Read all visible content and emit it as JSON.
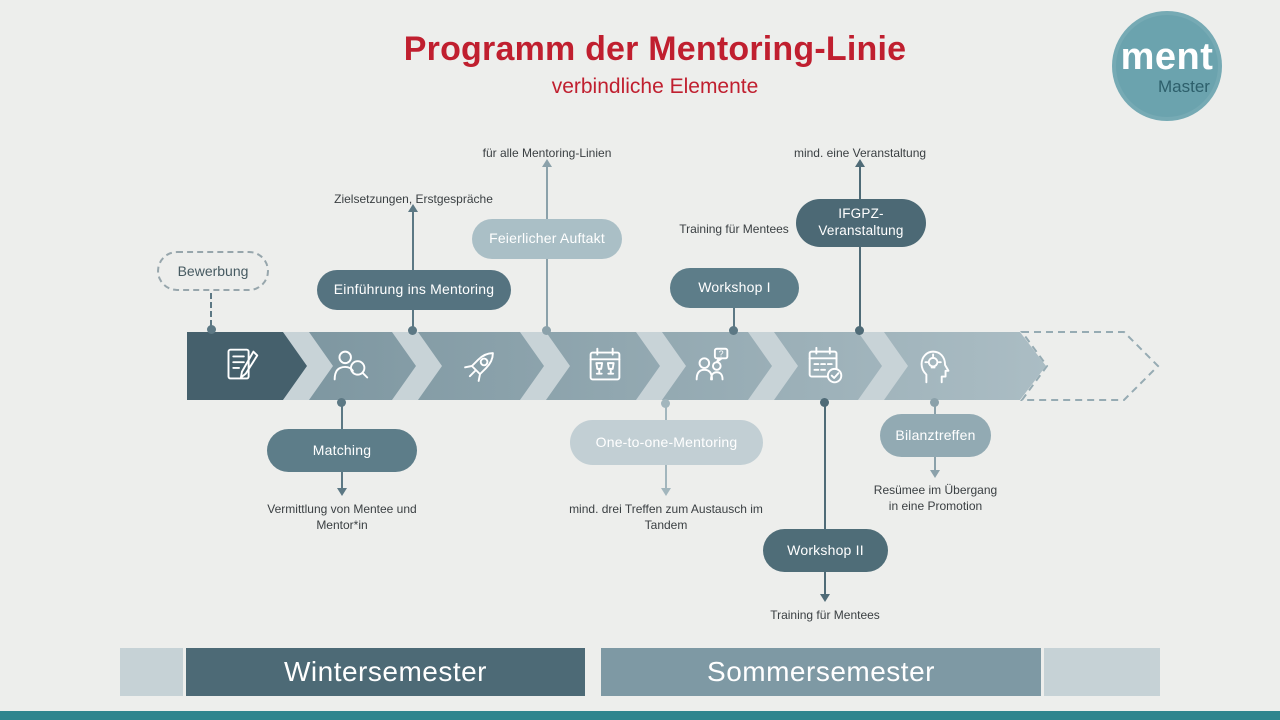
{
  "header": {
    "title": "Programm der Mentoring-Linie",
    "subtitle": "verbindliche Elemente"
  },
  "logo": {
    "name": "ment",
    "suffix": "Master"
  },
  "stages": {
    "bewerbung": {
      "label": "Bewerbung"
    },
    "einfuehrung": {
      "label": "Einführung ins Mentoring",
      "note": "Zielsetzungen, Erstgespräche"
    },
    "feierlicher_auftakt": {
      "label": "Feierlicher Auftakt",
      "note": "für alle Mentoring-Linien"
    },
    "workshop_1": {
      "label": "Workshop I",
      "note": "Training für Mentees"
    },
    "ifgpz": {
      "label_line1": "IFGPZ-",
      "label_line2": "Veranstaltung",
      "note": "mind. eine Veranstaltung"
    },
    "matching": {
      "label": "Matching",
      "note": "Vermittlung von Mentee und Mentor*in"
    },
    "one_to_one": {
      "label": "One-to-one-Mentoring",
      "note": "mind. drei Treffen zum Austausch im Tandem"
    },
    "workshop_2": {
      "label": "Workshop II",
      "note": "Training für Mentees"
    },
    "bilanztreffen": {
      "label": "Bilanztreffen",
      "note": "Resümee im Übergang in eine Promotion"
    }
  },
  "icons": {
    "timeline": [
      "application-document",
      "mentor-search",
      "kickoff-rocket",
      "celebration-calendar",
      "workshop-group",
      "event-calendar-check",
      "reflection-head-idea"
    ],
    "question_glyph": "?"
  },
  "semesters": {
    "winter": "Wintersemester",
    "summer": "Sommersemester"
  },
  "colors": {
    "accent_red": "#c01f2f",
    "logo_teal": "#6ba3ae",
    "dark_slate": "#4d6a76",
    "medium_slate": "#5d7d89",
    "light_slate": "#92aab3",
    "pale_slate": "#c2cfd4",
    "footer_teal": "#2f858e",
    "background": "#edeeec"
  }
}
